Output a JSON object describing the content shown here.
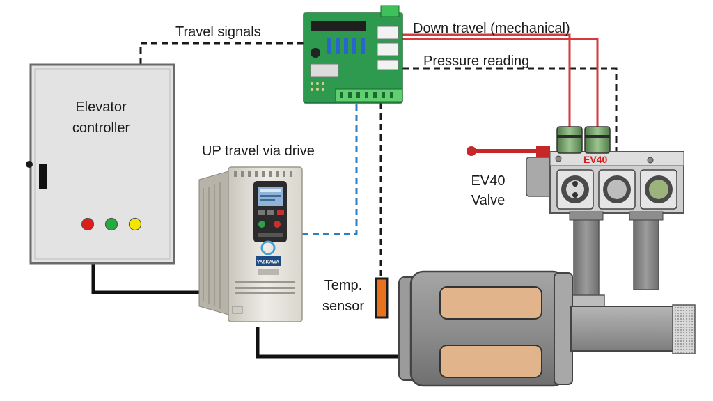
{
  "labels": {
    "travel_signals": "Travel signals",
    "down_travel": "Down travel (mechanical)",
    "pressure_reading": "Pressure reading",
    "controller_line1": "Elevator",
    "controller_line2": "controller",
    "up_travel": "UP travel via drive",
    "valve_line1": "EV40",
    "valve_line2": "Valve",
    "valve_badge": "EV40",
    "temp_line1": "Temp.",
    "temp_line2": "sensor"
  },
  "drive": {
    "brand": "YASKAWA"
  },
  "colors": {
    "signal_line": "#1a1a1a",
    "drive_link": "#2f7fbf",
    "solenoid_wire": "#d63a3a",
    "power_cable": "#111111",
    "cabinet": "#e3e3e3",
    "pcb": "#2e9a4f",
    "motor": "#8a8a8a",
    "motor_window": "#e2b48c",
    "valve_body": "#cfcfcf",
    "temp_sensor": "#e8731e",
    "lamp_red": "#e01b1b",
    "lamp_green": "#1fae3d",
    "lamp_yellow": "#f4e600"
  }
}
